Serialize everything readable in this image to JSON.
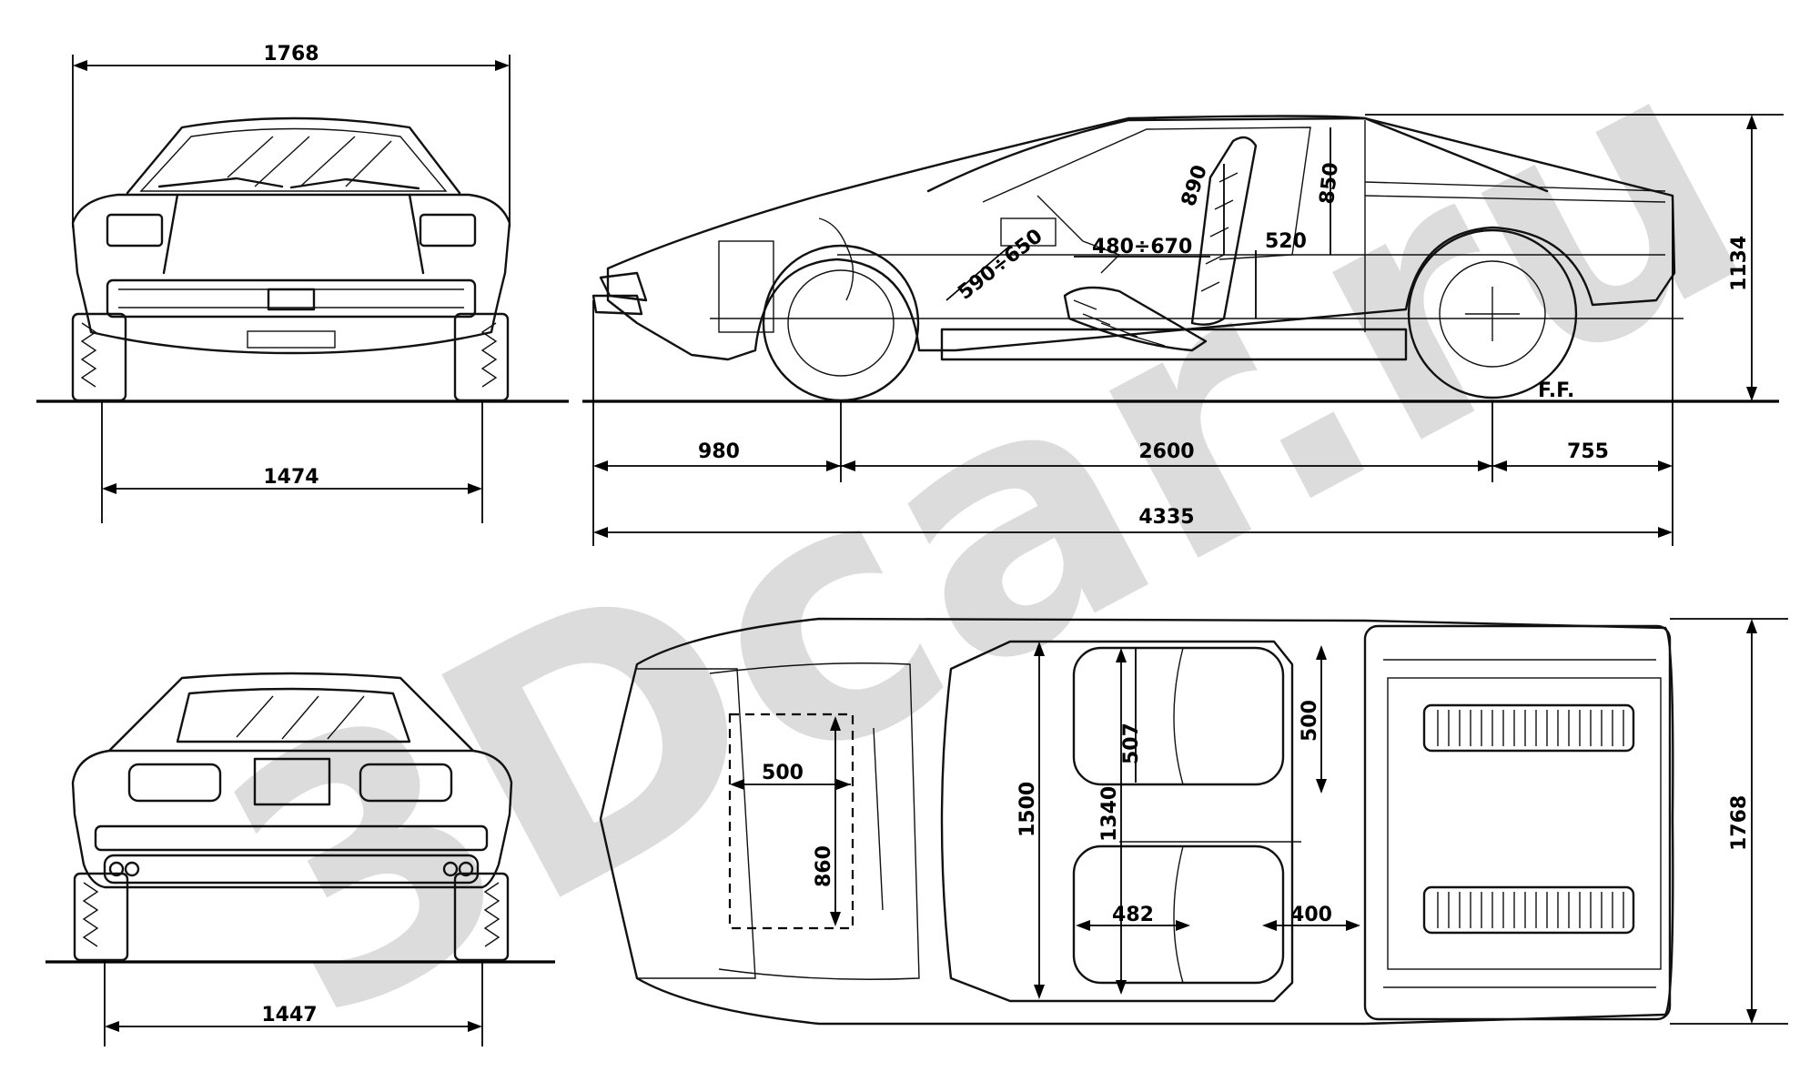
{
  "dimensions": {
    "front_width": "1768",
    "front_track": "1474",
    "rear_track": "1447",
    "front_overhang": "980",
    "wheelbase": "2600",
    "rear_overhang": "755",
    "overall_length": "4335",
    "overall_height": "1134",
    "seat_to_roof": "890",
    "headroom_rear": "850",
    "seat_travel": "480÷670",
    "pedal_reach": "590÷650",
    "seat_height": "520",
    "luggage_width": "500",
    "luggage_depth": "860",
    "cabin_width_front": "1500",
    "cabin_width_inner": "1340",
    "seat_depth": "507",
    "seat_back_width": "500",
    "seat_cushion_width": "482",
    "seat_backrest": "400",
    "overall_width_top": "1768"
  },
  "signature": "F.F.",
  "watermark_text": "3Dcar.ru",
  "colors": {
    "ink": "#111111",
    "watermark": "#d6d6d6"
  }
}
